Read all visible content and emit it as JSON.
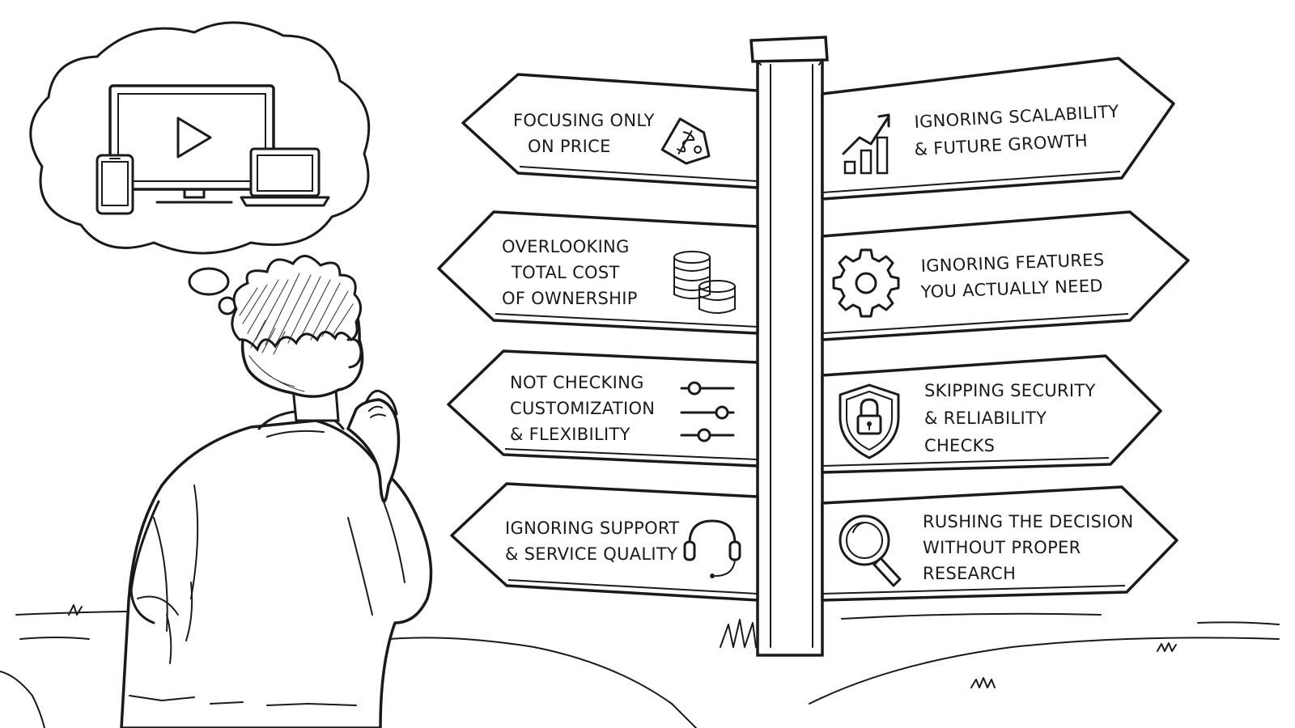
{
  "signs": {
    "left": [
      {
        "lines": [
          "FOCUSING ONLY",
          "ON PRICE"
        ],
        "icon": "price-tag-icon"
      },
      {
        "lines": [
          "OVERLOOKING",
          "TOTAL COST",
          "OF OWNERSHIP"
        ],
        "icon": "coins-icon"
      },
      {
        "lines": [
          "NOT CHECKING",
          "CUSTOMIZATION",
          "& FLEXIBILITY"
        ],
        "icon": "sliders-icon"
      },
      {
        "lines": [
          "IGNORING SUPPORT",
          "& SERVICE QUALITY"
        ],
        "icon": "headset-icon"
      }
    ],
    "right": [
      {
        "lines": [
          "IGNORING SCALABILITY",
          "& FUTURE GROWTH"
        ],
        "icon": "growth-chart-icon"
      },
      {
        "lines": [
          "IGNORING FEATURES",
          "YOU ACTUALLY NEED"
        ],
        "icon": "gear-icon"
      },
      {
        "lines": [
          "SKIPPING SECURITY",
          "& RELIABILITY",
          "CHECKS"
        ],
        "icon": "shield-lock-icon"
      },
      {
        "lines": [
          "RUSHING THE DECISION",
          "WITHOUT PROPER",
          "RESEARCH"
        ],
        "icon": "magnifier-icon"
      }
    ]
  },
  "thought_bubble": {
    "devices": [
      "monitor-play-icon",
      "phone-icon",
      "laptop-icon"
    ]
  },
  "colors": {
    "ink": "#1a1a1a",
    "paper": "#ffffff"
  }
}
